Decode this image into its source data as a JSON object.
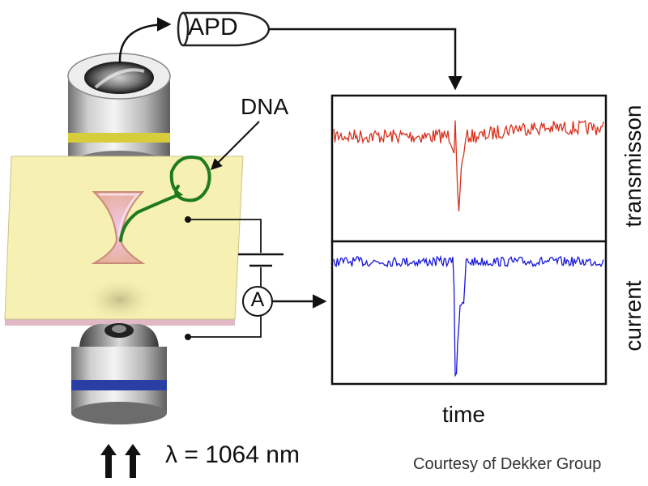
{
  "labels": {
    "detector": "APD",
    "molecule": "DNA",
    "ammeter": "A",
    "wavelength": "λ = 1064 nm",
    "x_axis": "time",
    "top_trace": "transmisson",
    "bottom_trace": "current",
    "credit": "Courtesy of Dekker Group"
  },
  "colors": {
    "transmission_trace": "#d8301c",
    "current_trace": "#1818d8",
    "chip": "#f6f0b2",
    "dna": "#1f7a1f",
    "upper_objective_band": "#d7cd3a",
    "lower_objective_band": "#2a3fa6"
  },
  "icons": [
    "objective-lens-icon",
    "apd-detector-icon",
    "ammeter-icon",
    "battery-icon",
    "laser-arrow-icon"
  ]
}
